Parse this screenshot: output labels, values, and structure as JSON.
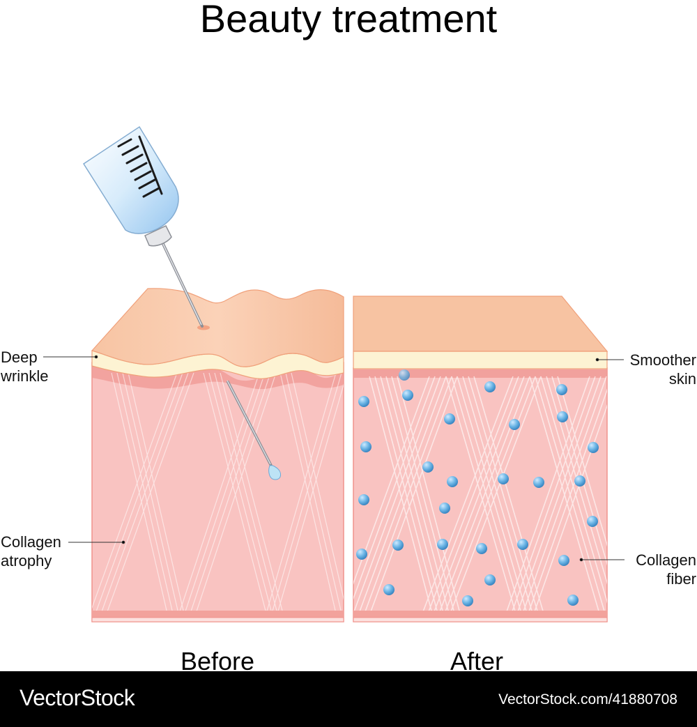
{
  "title": "Beauty treatment",
  "labels": {
    "deep_wrinkle": [
      "Deep",
      "wrinkle"
    ],
    "collagen_atrophy": [
      "Collagen",
      "atrophy"
    ],
    "smoother_skin": [
      "Smoother",
      "skin"
    ],
    "collagen_fiber": [
      "Collagen",
      "fiber"
    ]
  },
  "panels": {
    "before": "Before",
    "after": "After"
  },
  "footer": {
    "brand": "VectorStock",
    "url": "VectorStock.com/41880708"
  },
  "colors": {
    "skin_top": "#f7c3a2",
    "epidermis": "#fdf3d3",
    "dermis": "#f9c2c0",
    "dermis_border": "#ef8f8a",
    "collagen_bead": "#5eaee0",
    "footer_bg": "#000000"
  },
  "icons": [
    "syringe-icon",
    "needle-icon",
    "droplet-icon"
  ]
}
